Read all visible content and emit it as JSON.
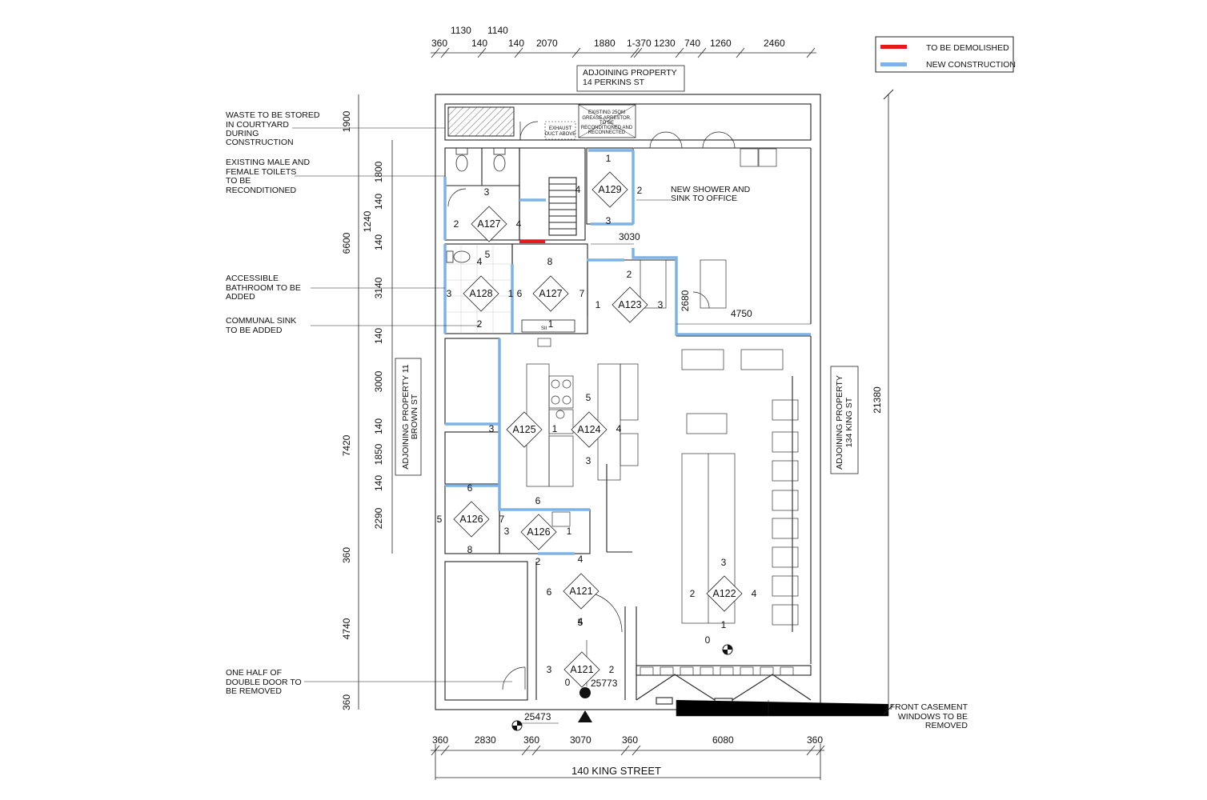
{
  "legend": {
    "demolish_label": "TO BE DEMOLISHED",
    "new_label": "NEW CONSTRUCTION",
    "demolish_color": "#e41a1c",
    "new_color": "#7fb2e5"
  },
  "adjoining": {
    "top_1": "ADJOINING PROPERTY",
    "top_2": "14 PERKINS ST",
    "left_1": "ADJOINING PROPERTY 11",
    "left_2": "BROWN ST",
    "right_1": "ADJOINING PROPERTY",
    "right_2": "134 KING ST"
  },
  "street_name": "140 KING STREET",
  "notes": {
    "waste": [
      "WASTE TO BE STORED",
      "IN COURTYARD",
      "DURING",
      "CONSTRUCTION"
    ],
    "toilets": [
      "EXISTING MALE AND",
      "FEMALE TOILETS",
      "TO BE",
      "RECONDITIONED"
    ],
    "accessible": [
      "ACCESSIBLE",
      "BATHROOM TO BE",
      "ADDED"
    ],
    "sink": [
      "COMMUNAL SINK",
      "TO BE ADDED"
    ],
    "door": [
      "ONE HALF OF",
      "DOUBLE DOOR TO",
      "BE REMOVED"
    ],
    "shower": [
      "NEW SHOWER AND",
      "SINK TO OFFICE"
    ],
    "windows": [
      "FRONT CASEMENT",
      "WINDOWS TO BE",
      "REMOVED"
    ],
    "grease": [
      "EXISTING 25QM",
      "GREASE ARRESTOR,",
      "TO BE",
      "RECONDITIONED AND",
      "RECONNECTED"
    ],
    "exhaust": [
      "EXHAUST",
      "DUCT ABOVE"
    ]
  },
  "dims": {
    "top_upper": [
      "1130",
      "1140"
    ],
    "top": [
      "360",
      "140",
      "140",
      "2070",
      "1880",
      "1-370",
      "1230",
      "740",
      "1260",
      "2460"
    ],
    "bottom": [
      "360",
      "2830",
      "360",
      "3070",
      "360",
      "6080",
      "360"
    ],
    "left_inner": [
      "1900",
      "1800",
      "140",
      "140",
      "3140",
      "140",
      "3000",
      "140",
      "1850",
      "140",
      "2290",
      "360",
      "4740",
      "360"
    ],
    "left_outer": [
      "6600",
      "1240",
      "7420"
    ],
    "right_total": "21380",
    "d3030": "3030",
    "d2680": "2680",
    "d4750": "4750"
  },
  "rooms": [
    {
      "tag": "A129"
    },
    {
      "tag": "A127"
    },
    {
      "tag": "A128"
    },
    {
      "tag": "A127"
    },
    {
      "tag": "A123"
    },
    {
      "tag": "A125"
    },
    {
      "tag": "A124"
    },
    {
      "tag": "A126"
    },
    {
      "tag": "A126"
    },
    {
      "tag": "A121"
    },
    {
      "tag": "A121"
    },
    {
      "tag": "A122"
    }
  ],
  "wall_nums": [
    "1",
    "2",
    "3",
    "3",
    "4",
    "2",
    "4",
    "5",
    "4",
    "8",
    "3",
    "1",
    "6",
    "7",
    "2",
    "2",
    "1",
    "3",
    "1",
    "1",
    "5",
    "3",
    "6",
    "4",
    "3",
    "6",
    "5",
    "7",
    "3",
    "1",
    "8",
    "2",
    "4",
    "4",
    "6",
    "5",
    "3",
    "2",
    "3",
    "2",
    "4",
    "1",
    "0",
    "0"
  ],
  "elevations": {
    "e1": "25773",
    "e2": "25473"
  },
  "sink_label": "SII"
}
